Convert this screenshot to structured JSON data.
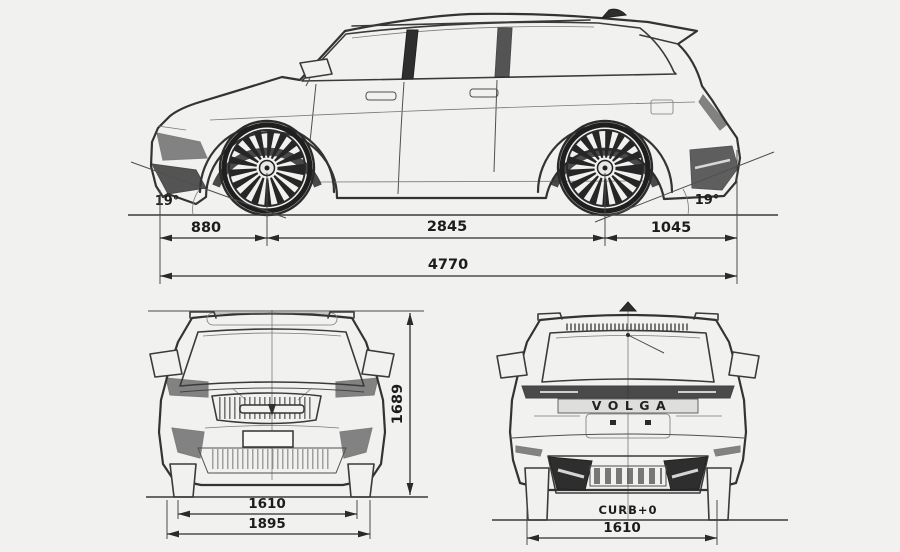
{
  "document": {
    "kind": "car-dimension-blueprint"
  },
  "colors": {
    "background": "#f1f1ef",
    "ink": "#2b2b2b"
  },
  "side_view": {
    "approach_angle": "19°",
    "front_overhang": "880",
    "wheelbase": "2845",
    "rear_overhang": "1045",
    "overall_length": "4770",
    "departure_angle": "19°"
  },
  "front_view": {
    "overall_height": "1689",
    "front_track": "1610",
    "overall_width": "1895"
  },
  "rear_view": {
    "badge": "VOLGA",
    "curb_label": "CURB+0",
    "rear_track": "1610"
  }
}
